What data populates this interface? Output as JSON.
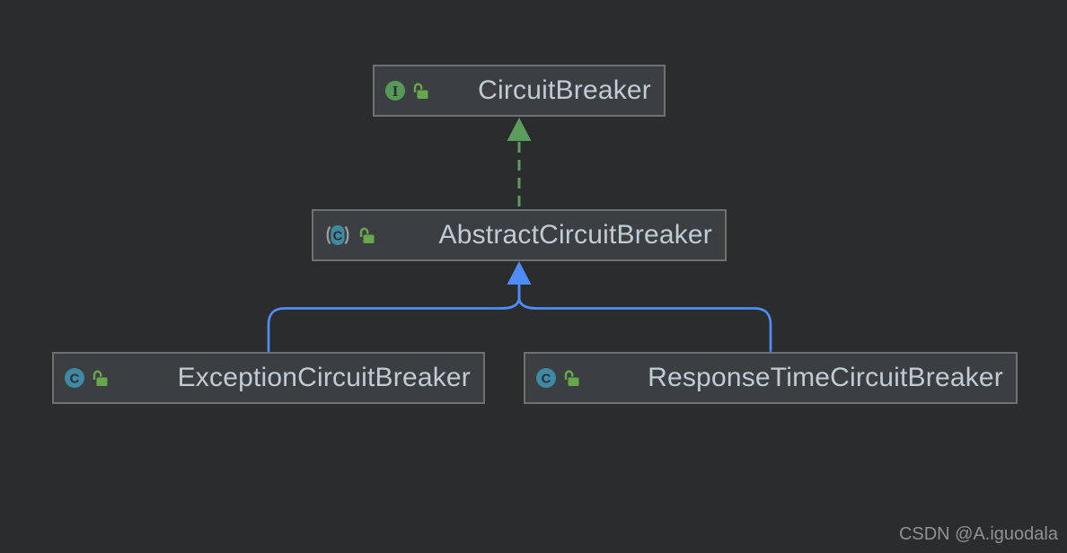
{
  "diagram": {
    "nodes": [
      {
        "id": "CircuitBreaker",
        "label": "CircuitBreaker",
        "kind": "interface",
        "icon": "interface-icon",
        "icon_glyph": "I",
        "badge": "unlocked-icon"
      },
      {
        "id": "AbstractCircuitBreaker",
        "label": "AbstractCircuitBreaker",
        "kind": "abstract-class",
        "icon": "abstract-class-icon",
        "icon_glyph": "C",
        "badge": "unlocked-icon"
      },
      {
        "id": "ExceptionCircuitBreaker",
        "label": "ExceptionCircuitBreaker",
        "kind": "class",
        "icon": "class-icon",
        "icon_glyph": "C",
        "badge": "unlocked-icon"
      },
      {
        "id": "ResponseTimeCircuitBreaker",
        "label": "ResponseTimeCircuitBreaker",
        "kind": "class",
        "icon": "class-icon",
        "icon_glyph": "C",
        "badge": "unlocked-icon"
      }
    ],
    "edges": [
      {
        "from": "AbstractCircuitBreaker",
        "to": "CircuitBreaker",
        "type": "implements",
        "style": "dashed",
        "color": "#5c9c5c"
      },
      {
        "from": "ExceptionCircuitBreaker",
        "to": "AbstractCircuitBreaker",
        "type": "extends",
        "style": "solid",
        "color": "#4f8cf5"
      },
      {
        "from": "ResponseTimeCircuitBreaker",
        "to": "AbstractCircuitBreaker",
        "type": "extends",
        "style": "solid",
        "color": "#4f8cf5"
      }
    ],
    "colors": {
      "canvas_bg": "#2a2c2e",
      "node_bg": "#3c3f41",
      "node_border": "#6e7071",
      "node_text": "#c0cbd5",
      "interface_icon_green": "#57975a",
      "class_icon_teal": "#3f89a4",
      "paren_gray": "#9aa0a3",
      "lock_green": "#69a74d",
      "implements_green": "#5c9c5c",
      "extends_blue": "#4f8cf5"
    }
  },
  "watermark": {
    "text": "CSDN @A.iguodala"
  }
}
